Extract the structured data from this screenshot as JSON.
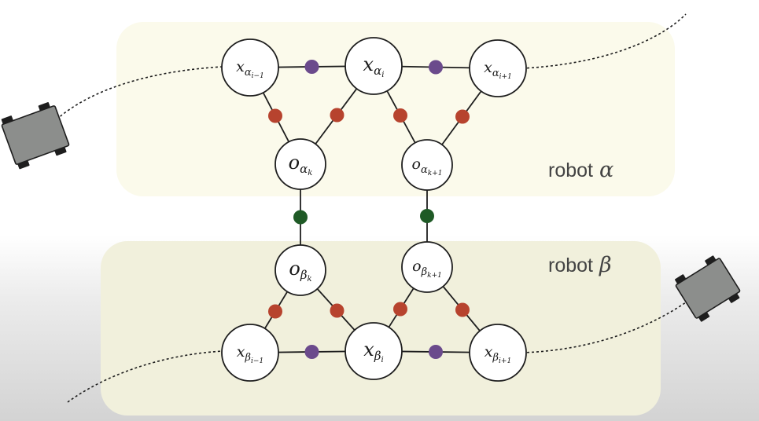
{
  "colors": {
    "region_alpha": "#fbfaeb",
    "region_beta": "#f1f0dc",
    "factor_odometry": "#6b4a8c",
    "factor_observation": "#b7432e",
    "factor_association": "#1f5a26",
    "node_fill": "#ffffff",
    "node_stroke": "#1e1e1e",
    "robot_body": "#8c8e8c",
    "robot_wheel": "#1e1e1e"
  },
  "labels": {
    "robot_alpha": {
      "word": "robot",
      "greek": "α"
    },
    "robot_beta": {
      "word": "robot",
      "greek": "β"
    }
  },
  "nodes": {
    "xa1": {
      "main": "x",
      "sub": "α",
      "subsub": "i−1"
    },
    "xa2": {
      "main": "x",
      "sub": "α",
      "subsub": "i"
    },
    "xa3": {
      "main": "x",
      "sub": "α",
      "subsub": "i+1"
    },
    "oa1": {
      "main": "o",
      "sub": "α",
      "subsub": "k"
    },
    "oa2": {
      "main": "o",
      "sub": "α",
      "subsub": "k+1"
    },
    "ob1": {
      "main": "o",
      "sub": "β",
      "subsub": "k"
    },
    "ob2": {
      "main": "o",
      "sub": "β",
      "subsub": "k+1"
    },
    "xb1": {
      "main": "x",
      "sub": "β",
      "subsub": "i−1"
    },
    "xb2": {
      "main": "x",
      "sub": "β",
      "subsub": "i"
    },
    "xb3": {
      "main": "x",
      "sub": "β",
      "subsub": "i+1"
    }
  },
  "edges": [
    {
      "from": "xa1",
      "to": "xa2",
      "factor": "odometry"
    },
    {
      "from": "xa2",
      "to": "xa3",
      "factor": "odometry"
    },
    {
      "from": "xa1",
      "to": "oa1",
      "factor": "observation"
    },
    {
      "from": "xa2",
      "to": "oa1",
      "factor": "observation"
    },
    {
      "from": "xa2",
      "to": "oa2",
      "factor": "observation"
    },
    {
      "from": "xa3",
      "to": "oa2",
      "factor": "observation"
    },
    {
      "from": "oa1",
      "to": "ob1",
      "factor": "association"
    },
    {
      "from": "oa2",
      "to": "ob2",
      "factor": "association"
    },
    {
      "from": "ob1",
      "to": "xb1",
      "factor": "observation"
    },
    {
      "from": "ob1",
      "to": "xb2",
      "factor": "observation"
    },
    {
      "from": "ob2",
      "to": "xb2",
      "factor": "observation"
    },
    {
      "from": "ob2",
      "to": "xb3",
      "factor": "observation"
    },
    {
      "from": "xb1",
      "to": "xb2",
      "factor": "odometry"
    },
    {
      "from": "xb2",
      "to": "xb3",
      "factor": "odometry"
    }
  ]
}
